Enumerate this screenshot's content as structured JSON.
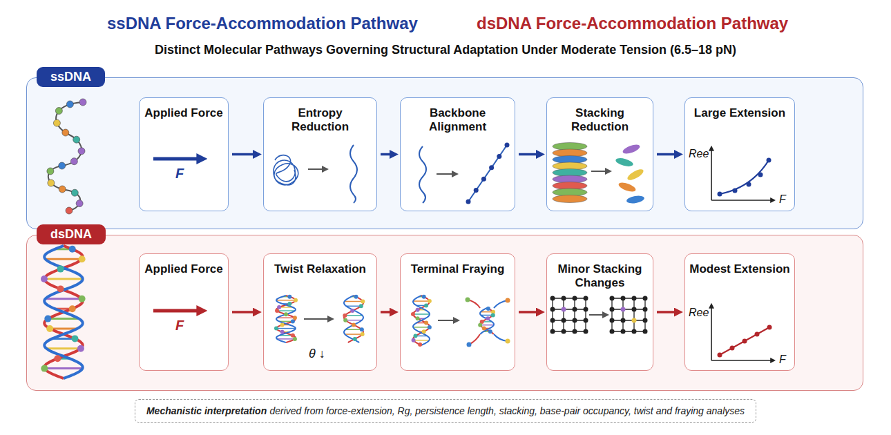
{
  "diagram": {
    "title": "Distinct Molecular Pathways Governing Structural Adaptation Under Moderate Tension (6.5–18 pN)",
    "nodes": [
      {
        "text": [
          "ssDNA"
        ]
      },
      {
        "text": [
          "Applied Force"
        ],
        "in": 0
      },
      {
        "text": [
          "Entropy Reduction"
        ],
        "in": 0
      },
      {
        "text": [
          "Backbone Alignment"
        ],
        "in": 0
      },
      {
        "text": [
          "Stacking Reduction"
        ],
        "in": 0
      },
      {
        "text": [
          "Large Extension"
        ],
        "in": 0
      },
      {
        "text": [
          "dsDNA"
        ]
      },
      {
        "text": [
          "Applied Force"
        ],
        "in": 6
      },
      {
        "text": [
          "Twist Relaxation"
        ],
        "in": 6
      },
      {
        "text": [
          "Terminal Fraying"
        ],
        "in": 6
      },
      {
        "text": [
          "Minor Stacking Changes"
        ],
        "in": 6
      },
      {
        "text": [
          "Modest Extension"
        ],
        "in": 6
      },
      {
        "text": [
          "Mechanistic interpretation",
          "derived from force-extension, Rg, persistence length, stacking, base-pair occupancy, twist and fraying analyses"
        ]
      }
    ],
    "edges": [
      {
        "from": 1,
        "to": 2,
        "arrow": "to"
      },
      {
        "from": 2,
        "to": 3,
        "arrow": "to"
      },
      {
        "from": 3,
        "to": 4,
        "arrow": "to"
      },
      {
        "from": 4,
        "to": 5,
        "arrow": "to"
      },
      {
        "from": 7,
        "to": 8,
        "arrow": "to"
      },
      {
        "from": 8,
        "to": 9,
        "arrow": "to"
      },
      {
        "from": 9,
        "to": 10,
        "arrow": "to"
      },
      {
        "from": 10,
        "to": 11,
        "arrow": "to"
      }
    ],
    "labels": [
      "ssDNA Force-Accommodation Pathway",
      "dsDNA Force-Accommodation Pathway",
      "F",
      "Ree",
      "F",
      "F",
      "θ ↓",
      "Ree",
      "F"
    ]
  }
}
